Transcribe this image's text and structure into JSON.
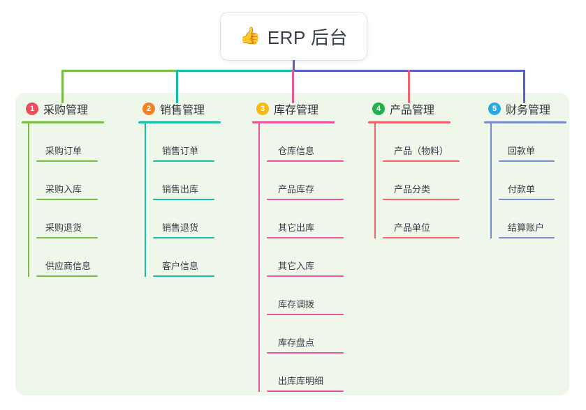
{
  "root": {
    "emoji": "👍",
    "emoji_name": "thumbs-up-icon",
    "title": "ERP 后台"
  },
  "colors": {
    "panel_bg": "#eef7e9",
    "root_card_bg": "#ffffff",
    "bus_green": "#79bc43",
    "bus_teal": "#12bfa6",
    "bus_blue": "#5a5fc7",
    "drop_pink": "#e8559b",
    "drop_red": "#f4646a"
  },
  "columns": [
    {
      "index": "1",
      "badge_color": "#ef4a5e",
      "line_color": "#79bc43",
      "title": "采购管理",
      "items": [
        "采购订单",
        "采购入库",
        "采购退货",
        "供应商信息"
      ]
    },
    {
      "index": "2",
      "badge_color": "#f58220",
      "line_color": "#12bfa6",
      "title": "销售管理",
      "items": [
        "销售订单",
        "销售出库",
        "销售退货",
        "客户信息"
      ]
    },
    {
      "index": "3",
      "badge_color": "#fbb814",
      "line_color": "#e8559b",
      "title": "库存管理",
      "items": [
        "仓库信息",
        "产品库存",
        "其它出库",
        "其它入库",
        "库存调拨",
        "库存盘点",
        "出库库明细"
      ]
    },
    {
      "index": "4",
      "badge_color": "#22b14c",
      "line_color": "#f4646a",
      "title": "产品管理",
      "items": [
        "产品（物料）",
        "产品分类",
        "产品单位"
      ]
    },
    {
      "index": "5",
      "badge_color": "#29abe2",
      "line_color": "#7c8ad4",
      "title": "财务管理",
      "items": [
        "回款单",
        "付款单",
        "结算账户"
      ]
    }
  ]
}
